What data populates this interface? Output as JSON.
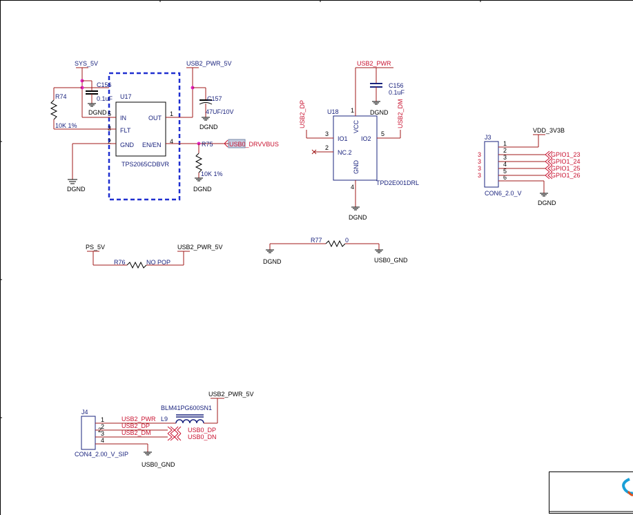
{
  "frame": {
    "ticks": 4
  },
  "u17": {
    "ref": "U17",
    "part": "TPS2065CDBVR",
    "pin_in": "IN",
    "pin_flt": "FLT",
    "pin_gnd": "GND",
    "pin_out": "OUT",
    "pin_en": "EN/EN",
    "num_in": "5",
    "num_flt": "3",
    "num_gnd": "2",
    "num_out": "1",
    "num_en": "4"
  },
  "u17_nets": {
    "sys5v": "SYS_5V",
    "usb2pwr5v": "USB2_PWR_5V",
    "c156_ref": "C156",
    "c156_val": "0.1uF",
    "c157_ref": "C157",
    "c157_val": "47UF/10V",
    "r74_ref": "R74",
    "r74_val": "10K 1%",
    "r75_ref": "R75",
    "r75_val": "10K 1%",
    "usb0_drvvbus": "USB0_DRVVBUS",
    "dgnd1": "DGND",
    "dgnd2": "DGND",
    "dgnd3": "DGND",
    "dgnd4": "DGND"
  },
  "u18": {
    "ref": "U18",
    "part": "TPD2E001DRL",
    "pin_io1": "IO1",
    "pin_io2": "IO2",
    "pin_vcc": "VCC",
    "pin_nc": "NC.2",
    "pin_gnd": "GND",
    "num_vcc": "1",
    "num_io1": "3",
    "num_io2": "5",
    "num_nc": "2",
    "num_gnd": "4",
    "usb2_pwr": "USB2_PWR",
    "usb2_dp": "USB2_DP",
    "usb2_dm": "USB2_DM",
    "c_ref": "C156",
    "c_val": "0.1uF",
    "dgnd_a": "DGND",
    "dgnd_b": "DGND"
  },
  "j3": {
    "ref": "J3",
    "part": "CON6_2.0_V",
    "vdd": "VDD_3V3B",
    "dgnd": "DGND",
    "pins": [
      "1",
      "2",
      "3",
      "4",
      "5",
      "6"
    ],
    "nets": [
      "GPIO1_23",
      "GPIO1_24",
      "GPIO1_25",
      "GPIO1_26"
    ],
    "sheet": [
      "3",
      "3",
      "3",
      "3"
    ]
  },
  "r76": {
    "ps5v": "PS_5V",
    "usb2pwr5v": "USB2_PWR_5V",
    "ref": "R76",
    "val": "NO POP"
  },
  "r77": {
    "ref": "R77",
    "val": "0",
    "dgnd": "DGND",
    "usb0gnd": "USB0_GND"
  },
  "j4": {
    "ref": "J4",
    "part": "CON4_2.00_V_SIP",
    "pins": [
      "1",
      "2",
      "3",
      "4"
    ],
    "nets": [
      "USB2_PWR",
      "USB2_DP",
      "USB2_DM"
    ],
    "l9_ref": "L9",
    "l9_part": "BLM41PG600SN1",
    "usb2pwr5v": "USB2_PWR_5V",
    "usb0_dp": "USB0_DP",
    "usb0_dn": "USB0_DN",
    "usb0gnd": "USB0_GND"
  },
  "colors": {
    "wire": "#a01818",
    "net": "#c8102e",
    "label": "#1a237e",
    "junction": "#e020c0",
    "dashed_box": "#1f2fd0",
    "logo": "#1aa0d8"
  }
}
